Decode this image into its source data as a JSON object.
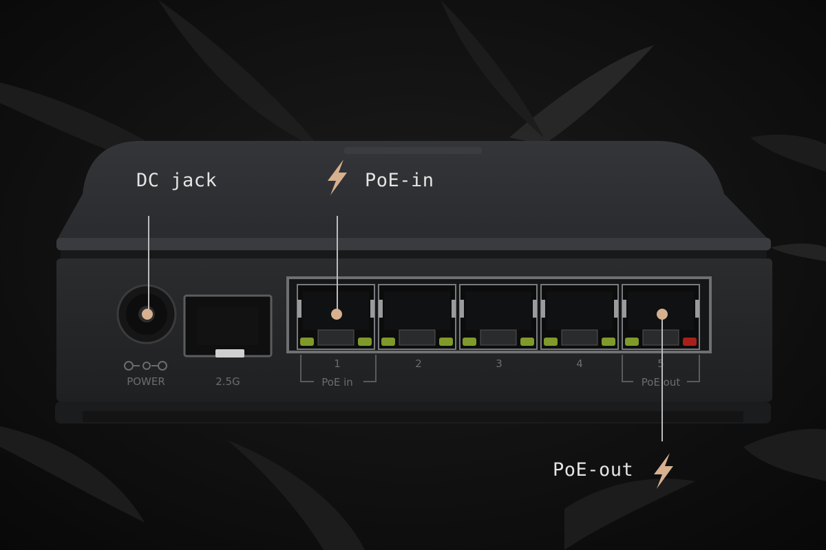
{
  "callouts": {
    "dc_jack": "DC jack",
    "poe_in": "PoE-in",
    "poe_out": "PoE-out"
  },
  "device_labels": {
    "power": "POWER",
    "sfp": "2.5G",
    "ports": [
      "1",
      "2",
      "3",
      "4",
      "5"
    ],
    "port1_sub": "PoE in",
    "port5_sub": "PoE out"
  },
  "colors": {
    "accent": "#d6b08f",
    "callout_text": "#e4e4e4",
    "led_green": "#7f9a2a",
    "led_red": "#a8201a",
    "device_body": "#2c2d2f"
  },
  "icons": [
    "lightning-bolt-icon",
    "dc-polarity-icon"
  ]
}
